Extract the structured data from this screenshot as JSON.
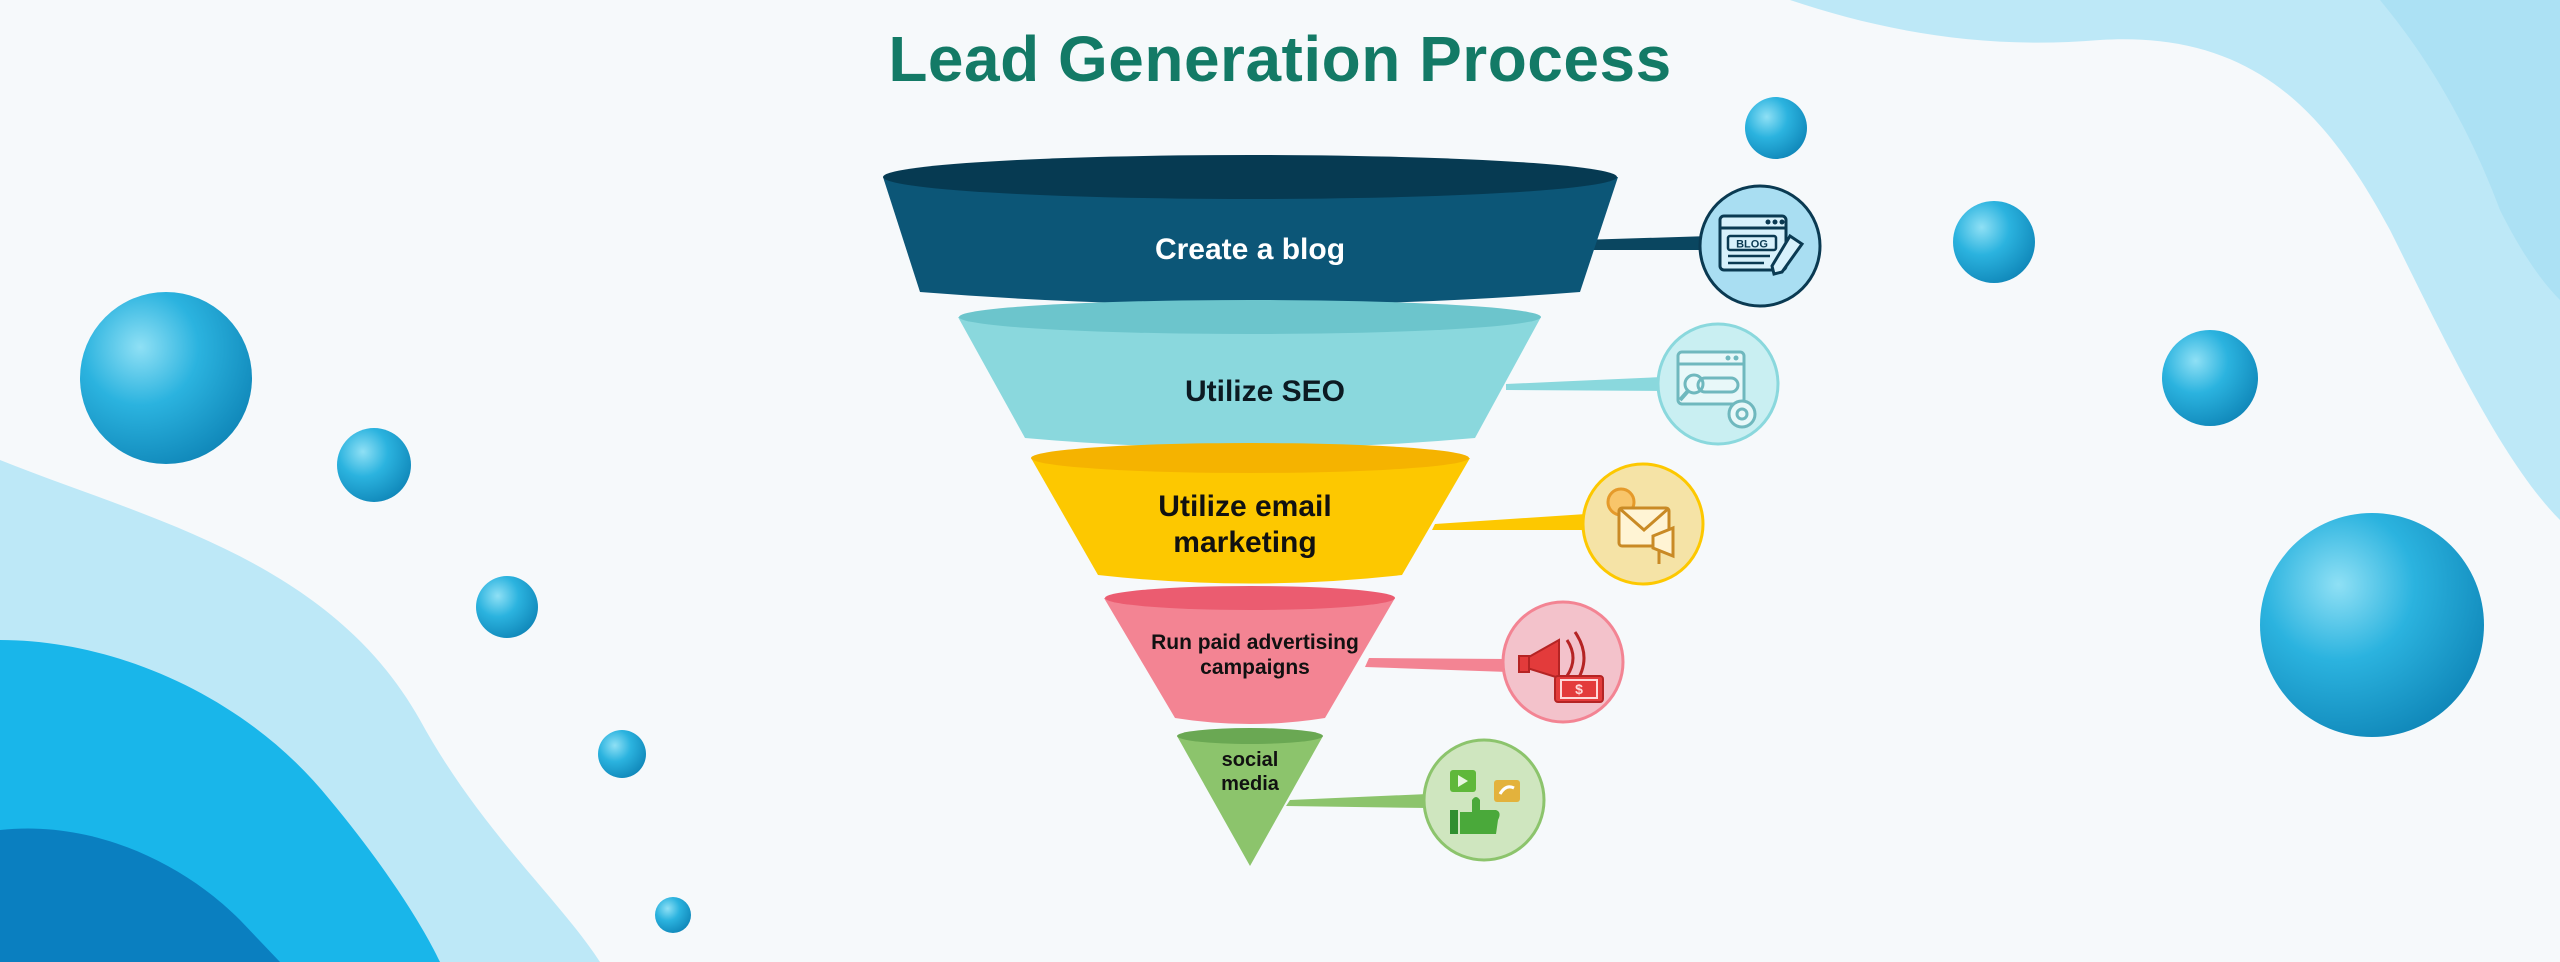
{
  "title": "Lead Generation Process",
  "colors": {
    "title": "#137a66",
    "bubble": "#1ba9d6",
    "wave_light": "#b9e7f6",
    "wave_mid": "#15b5e8",
    "wave_dark": "#0a7fc0"
  },
  "funnel": {
    "layers": [
      {
        "label": "Create a blog",
        "color": "#0c5677",
        "top_color": "#063a52",
        "text_color": "#ffffff",
        "icon": "blog-icon"
      },
      {
        "label": "Utilize SEO",
        "color": "#8ad8dd",
        "top_color": "#6cc5cc",
        "text_color": "#0c1a22",
        "icon": "seo-search-icon"
      },
      {
        "label": "Utilize email marketing",
        "color": "#fdc800",
        "top_color": "#f5b300",
        "text_color": "#111111",
        "icon": "email-marketing-icon"
      },
      {
        "label": "Run paid advertising campaigns",
        "color": "#f38493",
        "top_color": "#eb5c70",
        "text_color": "#111111",
        "icon": "megaphone-money-icon"
      },
      {
        "label": "social media",
        "color": "#8cc46c",
        "top_color": "#6aa853",
        "text_color": "#111111",
        "icon": "social-media-icon"
      }
    ]
  }
}
